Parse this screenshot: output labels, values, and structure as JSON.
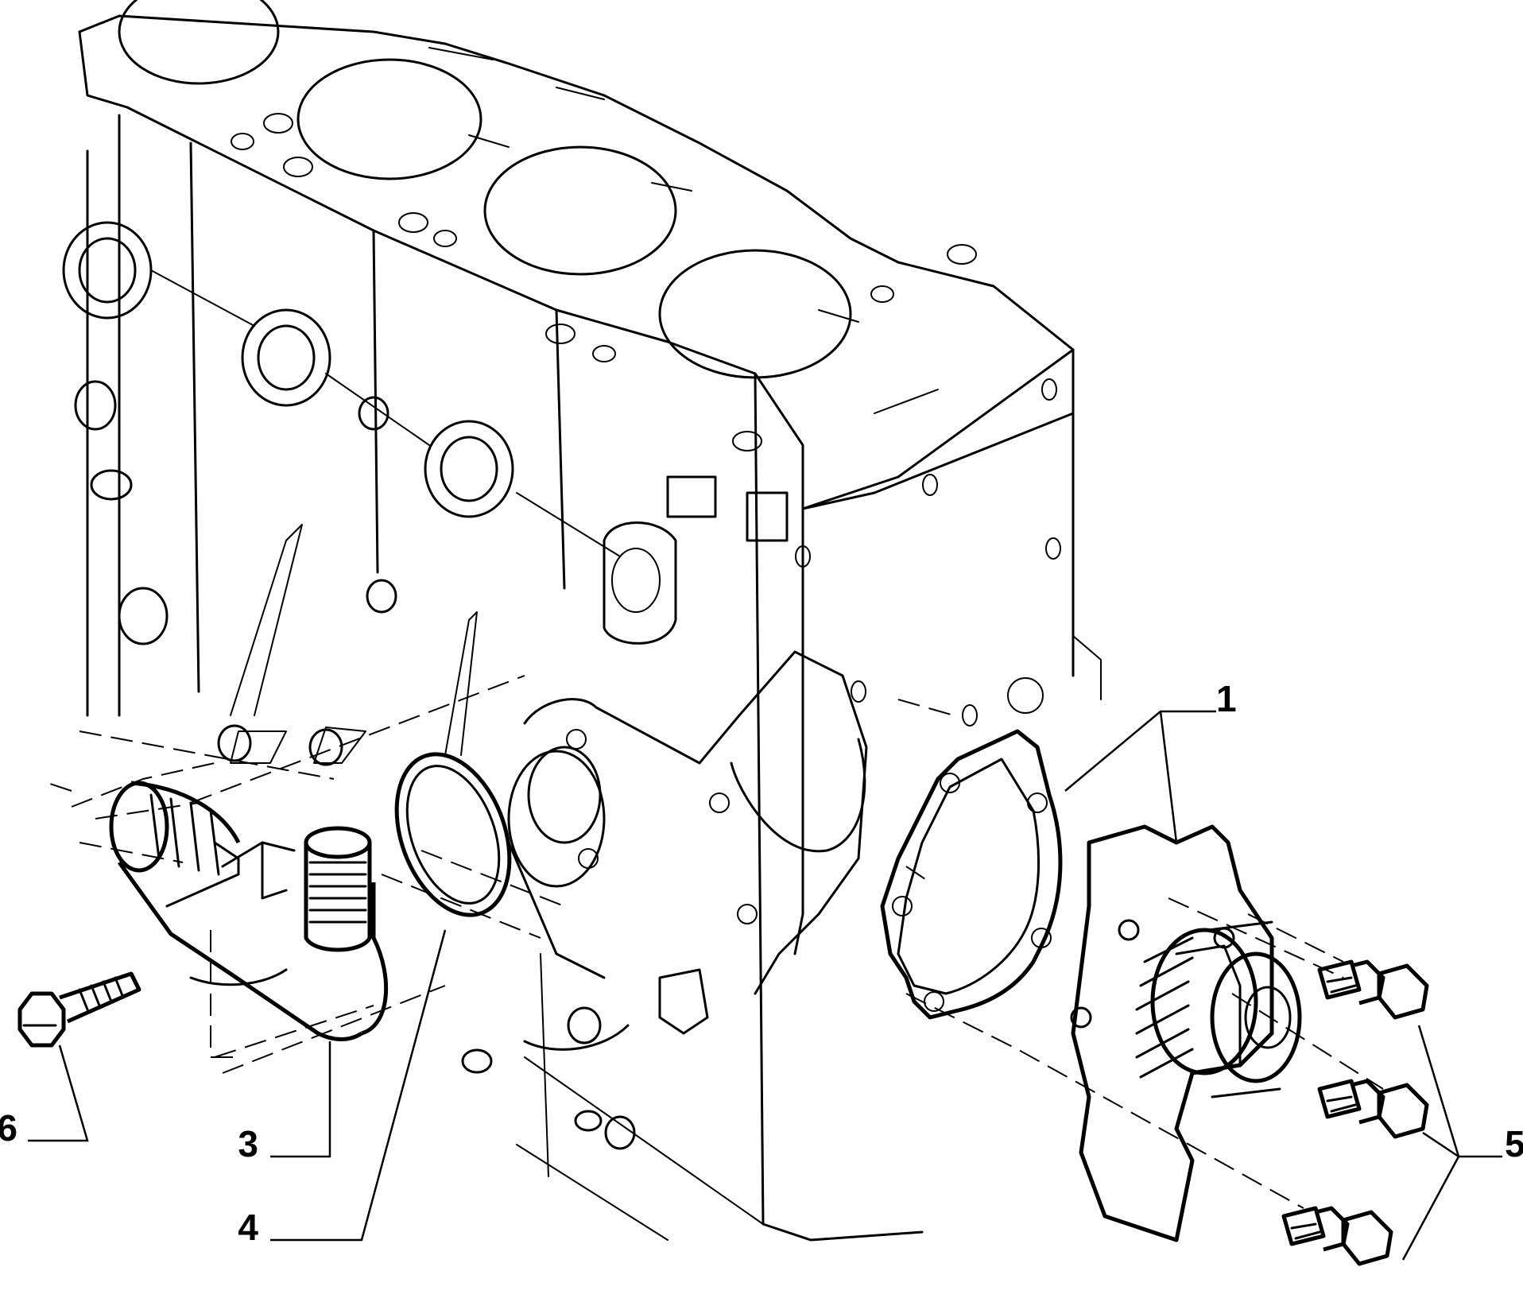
{
  "callouts": {
    "water_pump": "1",
    "coolant_pipe_elbow": "3",
    "pipe_seal_ring": "4",
    "pump_bolts": "5",
    "elbow_bolt": "6"
  }
}
